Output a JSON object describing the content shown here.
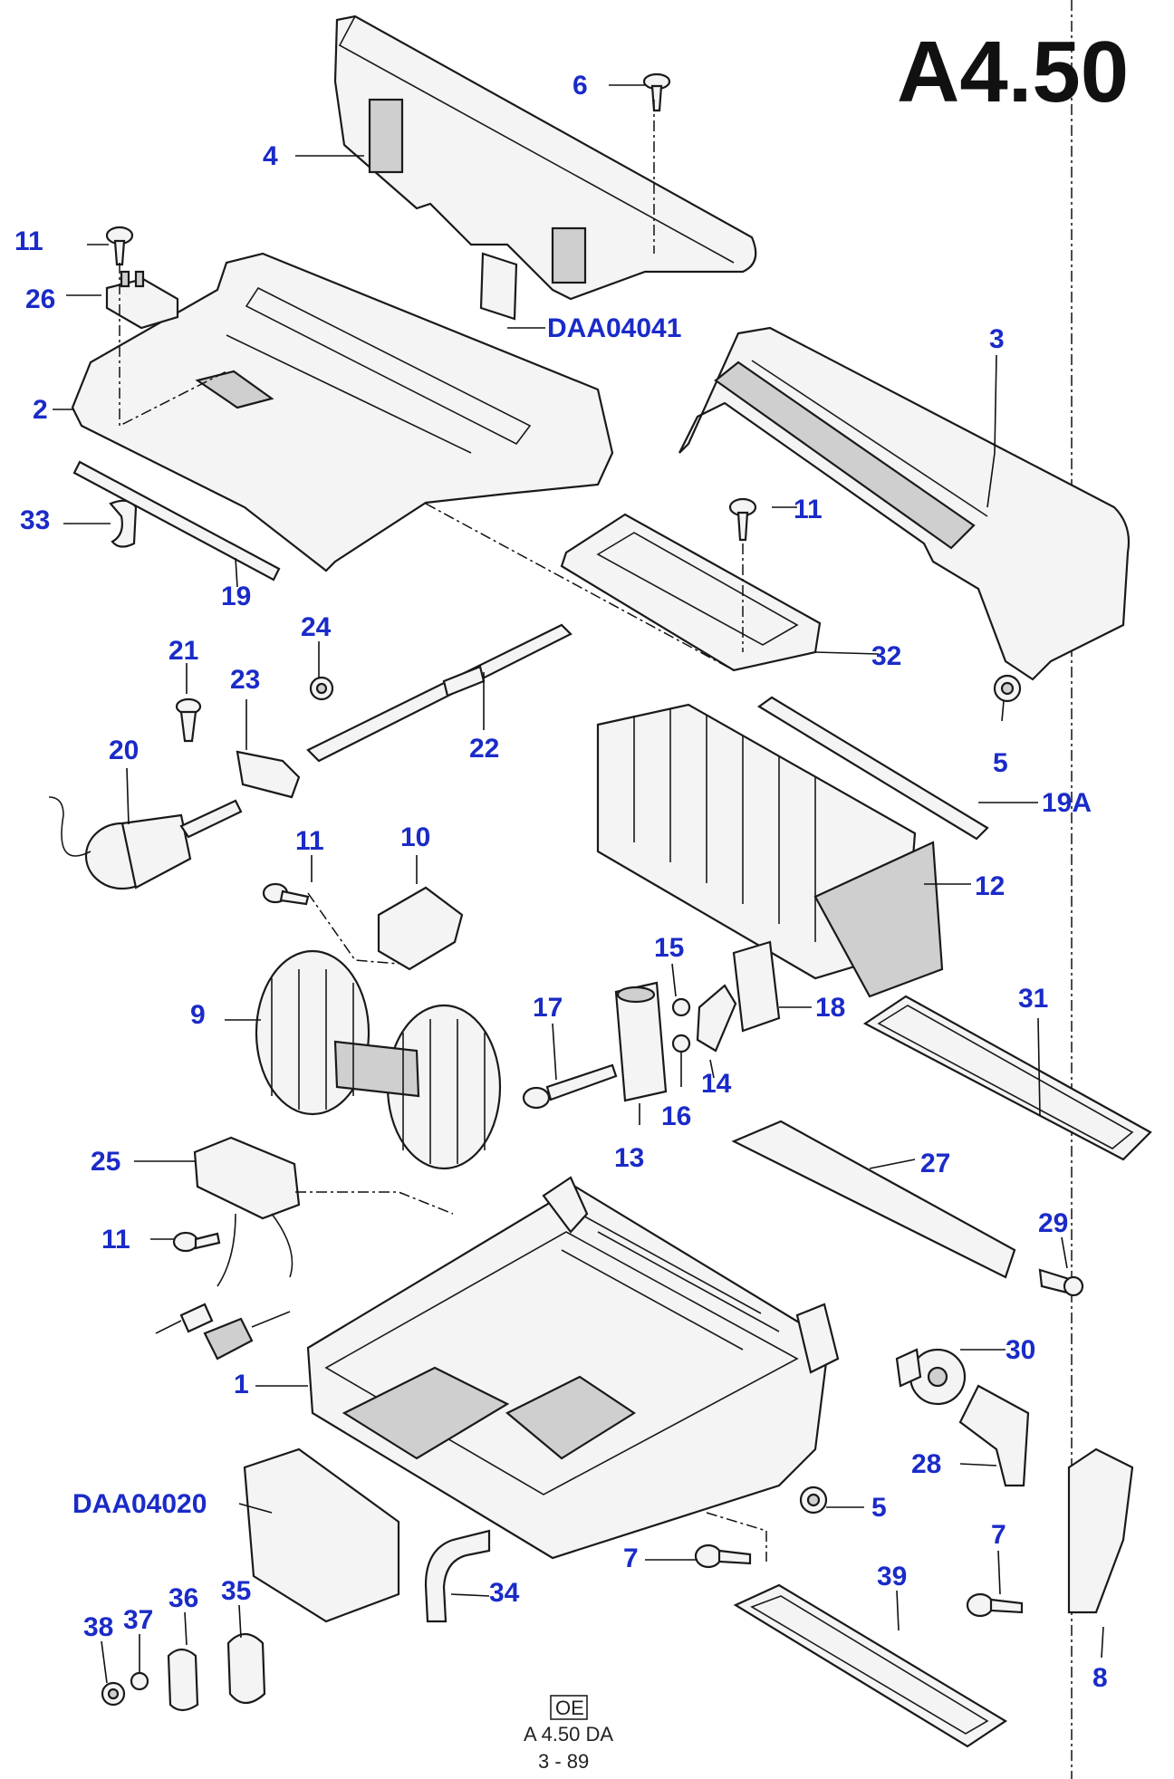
{
  "title": "A4.50",
  "footer": {
    "badge": "OE",
    "code": "A 4.50 DA",
    "date": "3 - 89"
  },
  "callouts": {
    "c6": "6",
    "c4": "4",
    "c11a": "11",
    "c26": "26",
    "c2": "2",
    "c33": "33",
    "c19": "19",
    "cDAA04041": "DAA04041",
    "c3": "3",
    "c11b": "11",
    "c32": "32",
    "c21": "21",
    "c24": "24",
    "c23": "23",
    "c22": "22",
    "c20": "20",
    "c5a": "5",
    "c19A": "19A",
    "c11c": "11",
    "c10": "10",
    "c12": "12",
    "c15": "15",
    "c9": "9",
    "c17": "17",
    "c18": "18",
    "c31": "31",
    "c14": "14",
    "c16": "16",
    "c13": "13",
    "c25": "25",
    "c27": "27",
    "c11d": "11",
    "c29": "29",
    "c30": "30",
    "c1": "1",
    "c28": "28",
    "cDAA04020": "DAA04020",
    "c5b": "5",
    "c7a": "7",
    "c7b": "7",
    "c34": "34",
    "c39": "39",
    "c36": "36",
    "c35": "35",
    "c37": "37",
    "c38": "38",
    "c8": "8"
  }
}
